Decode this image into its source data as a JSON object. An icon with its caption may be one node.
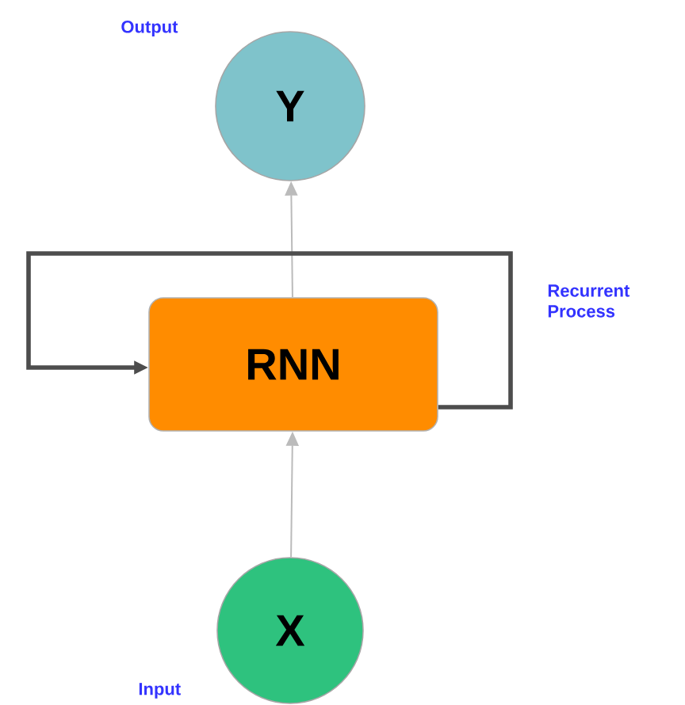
{
  "diagram": {
    "nodes": [
      {
        "text": [
          "Y"
        ],
        "beside": [
          "Output"
        ]
      },
      {
        "text": [
          "RNN"
        ]
      },
      {
        "text": [
          "X"
        ],
        "beside": [
          "Input"
        ]
      }
    ],
    "edges": [
      {
        "from": 2,
        "to": 1,
        "arrow": "to"
      },
      {
        "from": 1,
        "to": 0,
        "arrow": "to"
      },
      {
        "from": 1,
        "to": 1,
        "arrow": "to",
        "label": "Recurrent Process",
        "style": "thick",
        "color": "#4d4d4d"
      }
    ]
  }
}
